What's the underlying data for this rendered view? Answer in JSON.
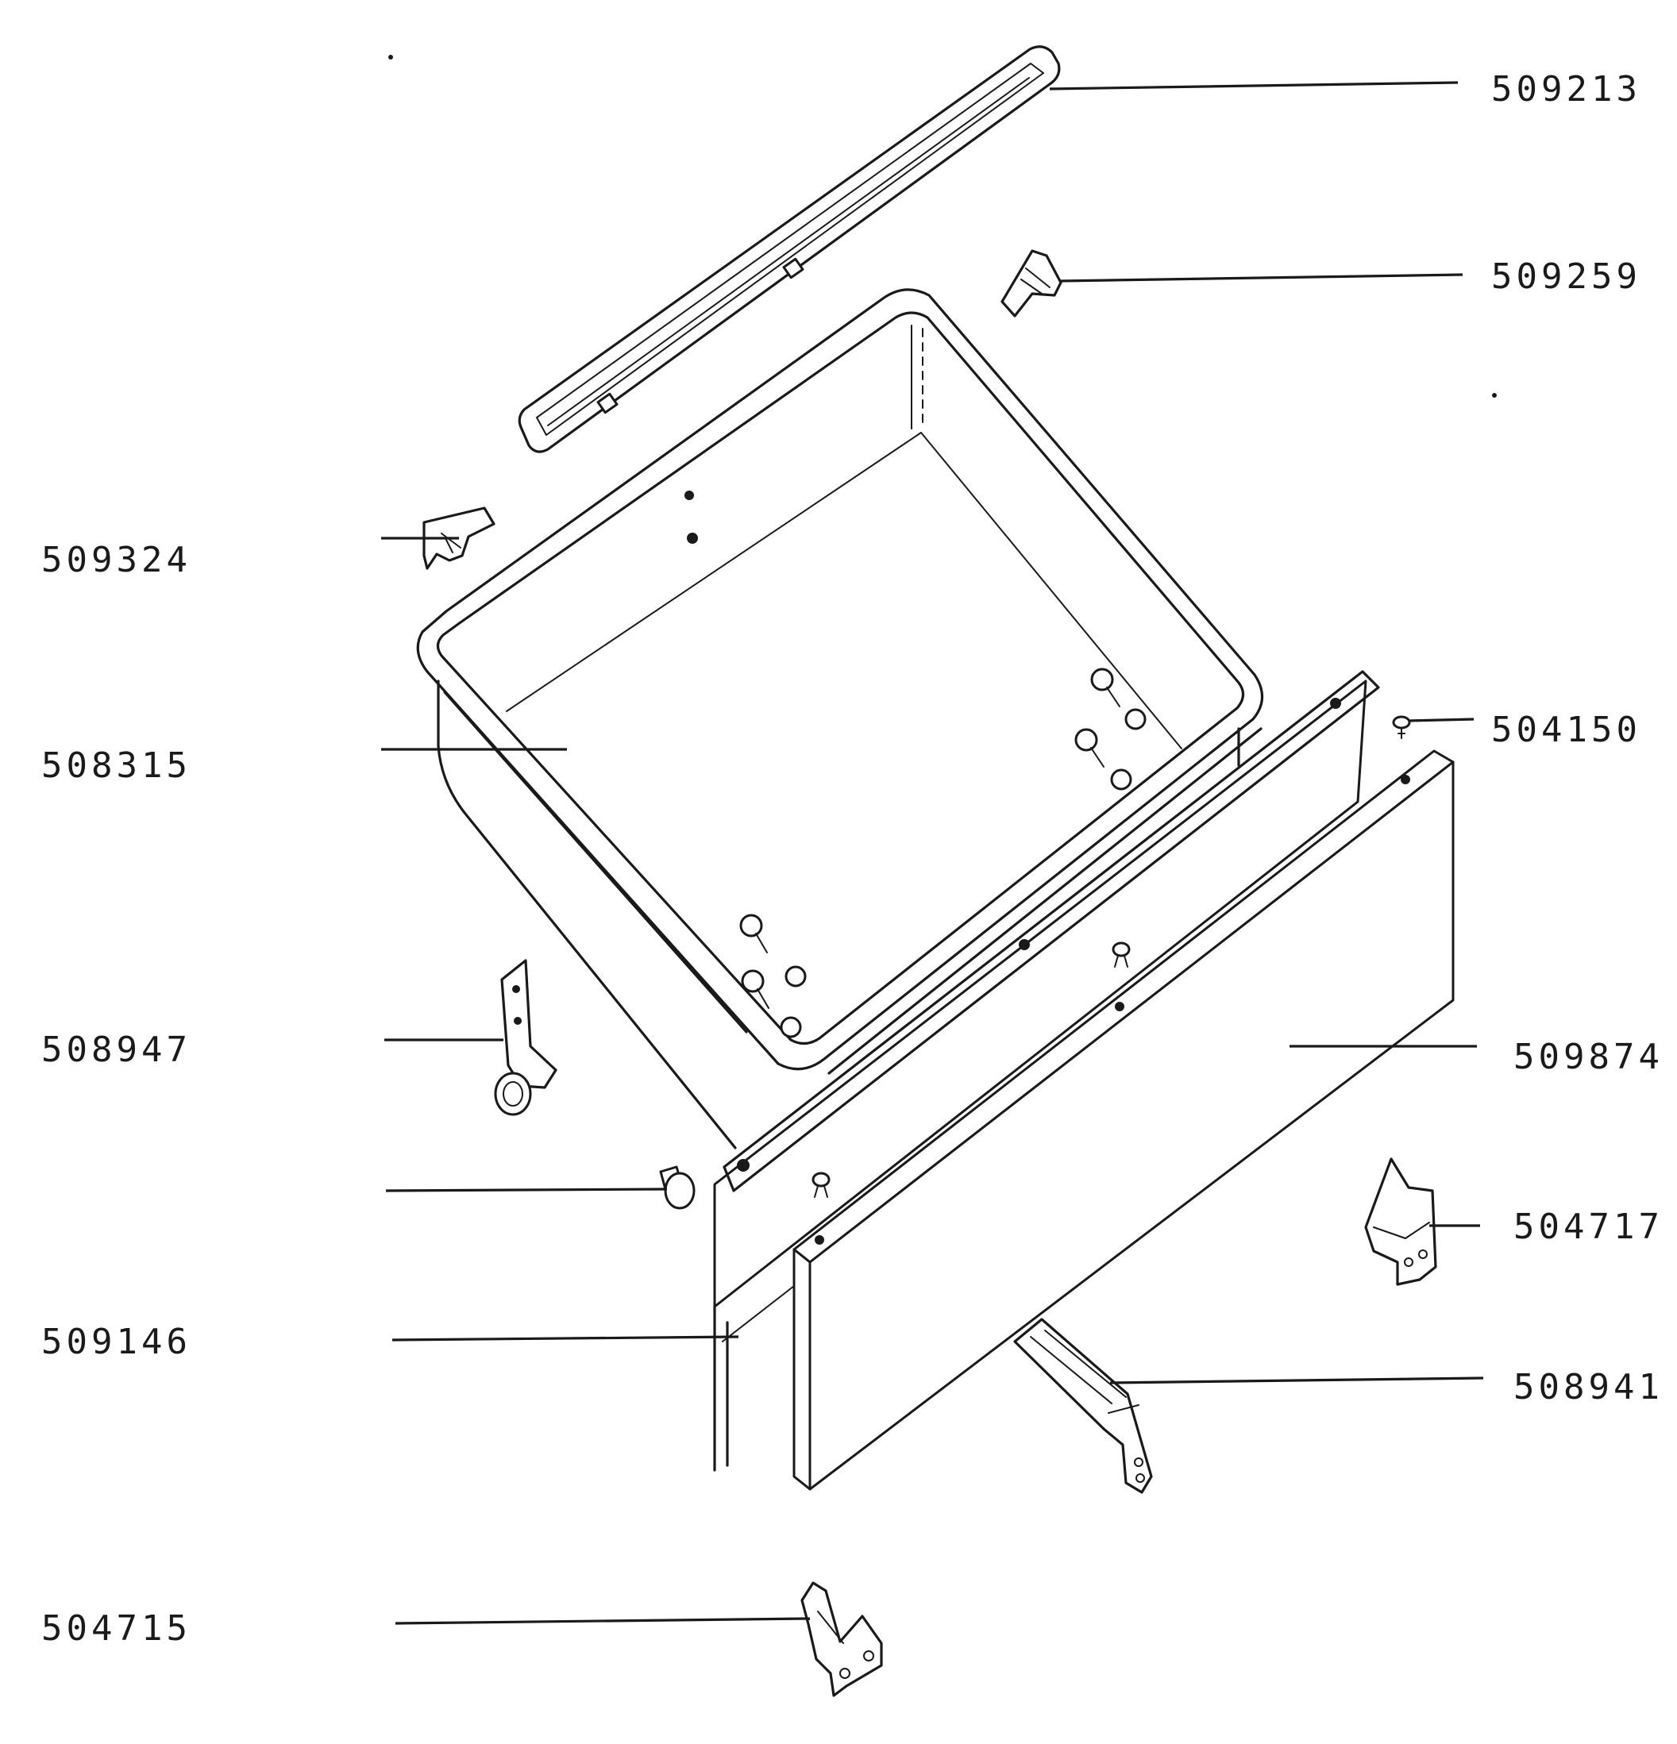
{
  "diagram": {
    "part_numbers": [
      {
        "id": "509213",
        "label": "509213"
      },
      {
        "id": "509259",
        "label": "509259"
      },
      {
        "id": "509324",
        "label": "509324"
      },
      {
        "id": "504150",
        "label": "504150"
      },
      {
        "id": "508315",
        "label": "508315"
      },
      {
        "id": "508947",
        "label": "508947"
      },
      {
        "id": "509874",
        "label": "509874"
      },
      {
        "id": "504717",
        "label": "504717"
      },
      {
        "id": "509146",
        "label": "509146"
      },
      {
        "id": "508941",
        "label": "508941"
      },
      {
        "id": "504715",
        "label": "504715"
      }
    ],
    "unlabeled_parts": [
      {
        "id": "knob",
        "icon": "knob-icon"
      }
    ],
    "colors": {
      "ink": "#1a1a1a",
      "paper": "#ffffff"
    }
  }
}
